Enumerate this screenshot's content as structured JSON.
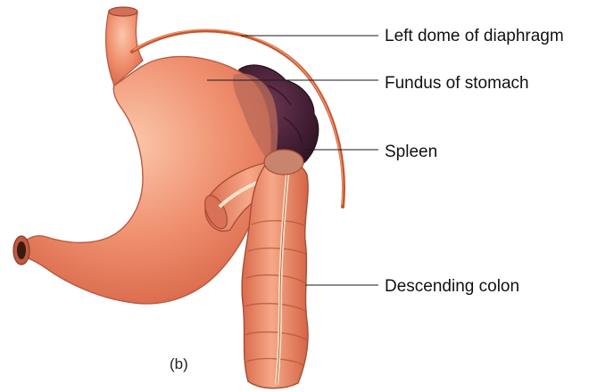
{
  "labels": {
    "diaphragm": "Left dome of diaphragm",
    "fundus": "Fundus of stomach",
    "spleen": "Spleen",
    "colon": "Descending colon"
  },
  "panel_label": "(b)",
  "colors": {
    "stomach": "#ee8a6a",
    "stomach_light": "#f7b79a",
    "stomach_edge": "#b85a40",
    "spleen": "#4a2236",
    "spleen_shadow": "#2e1221",
    "diaphragm": "#c8552c",
    "colon": "#e9805f",
    "colon_edge": "#a44f35",
    "leader_line": "#1a1a1a"
  }
}
